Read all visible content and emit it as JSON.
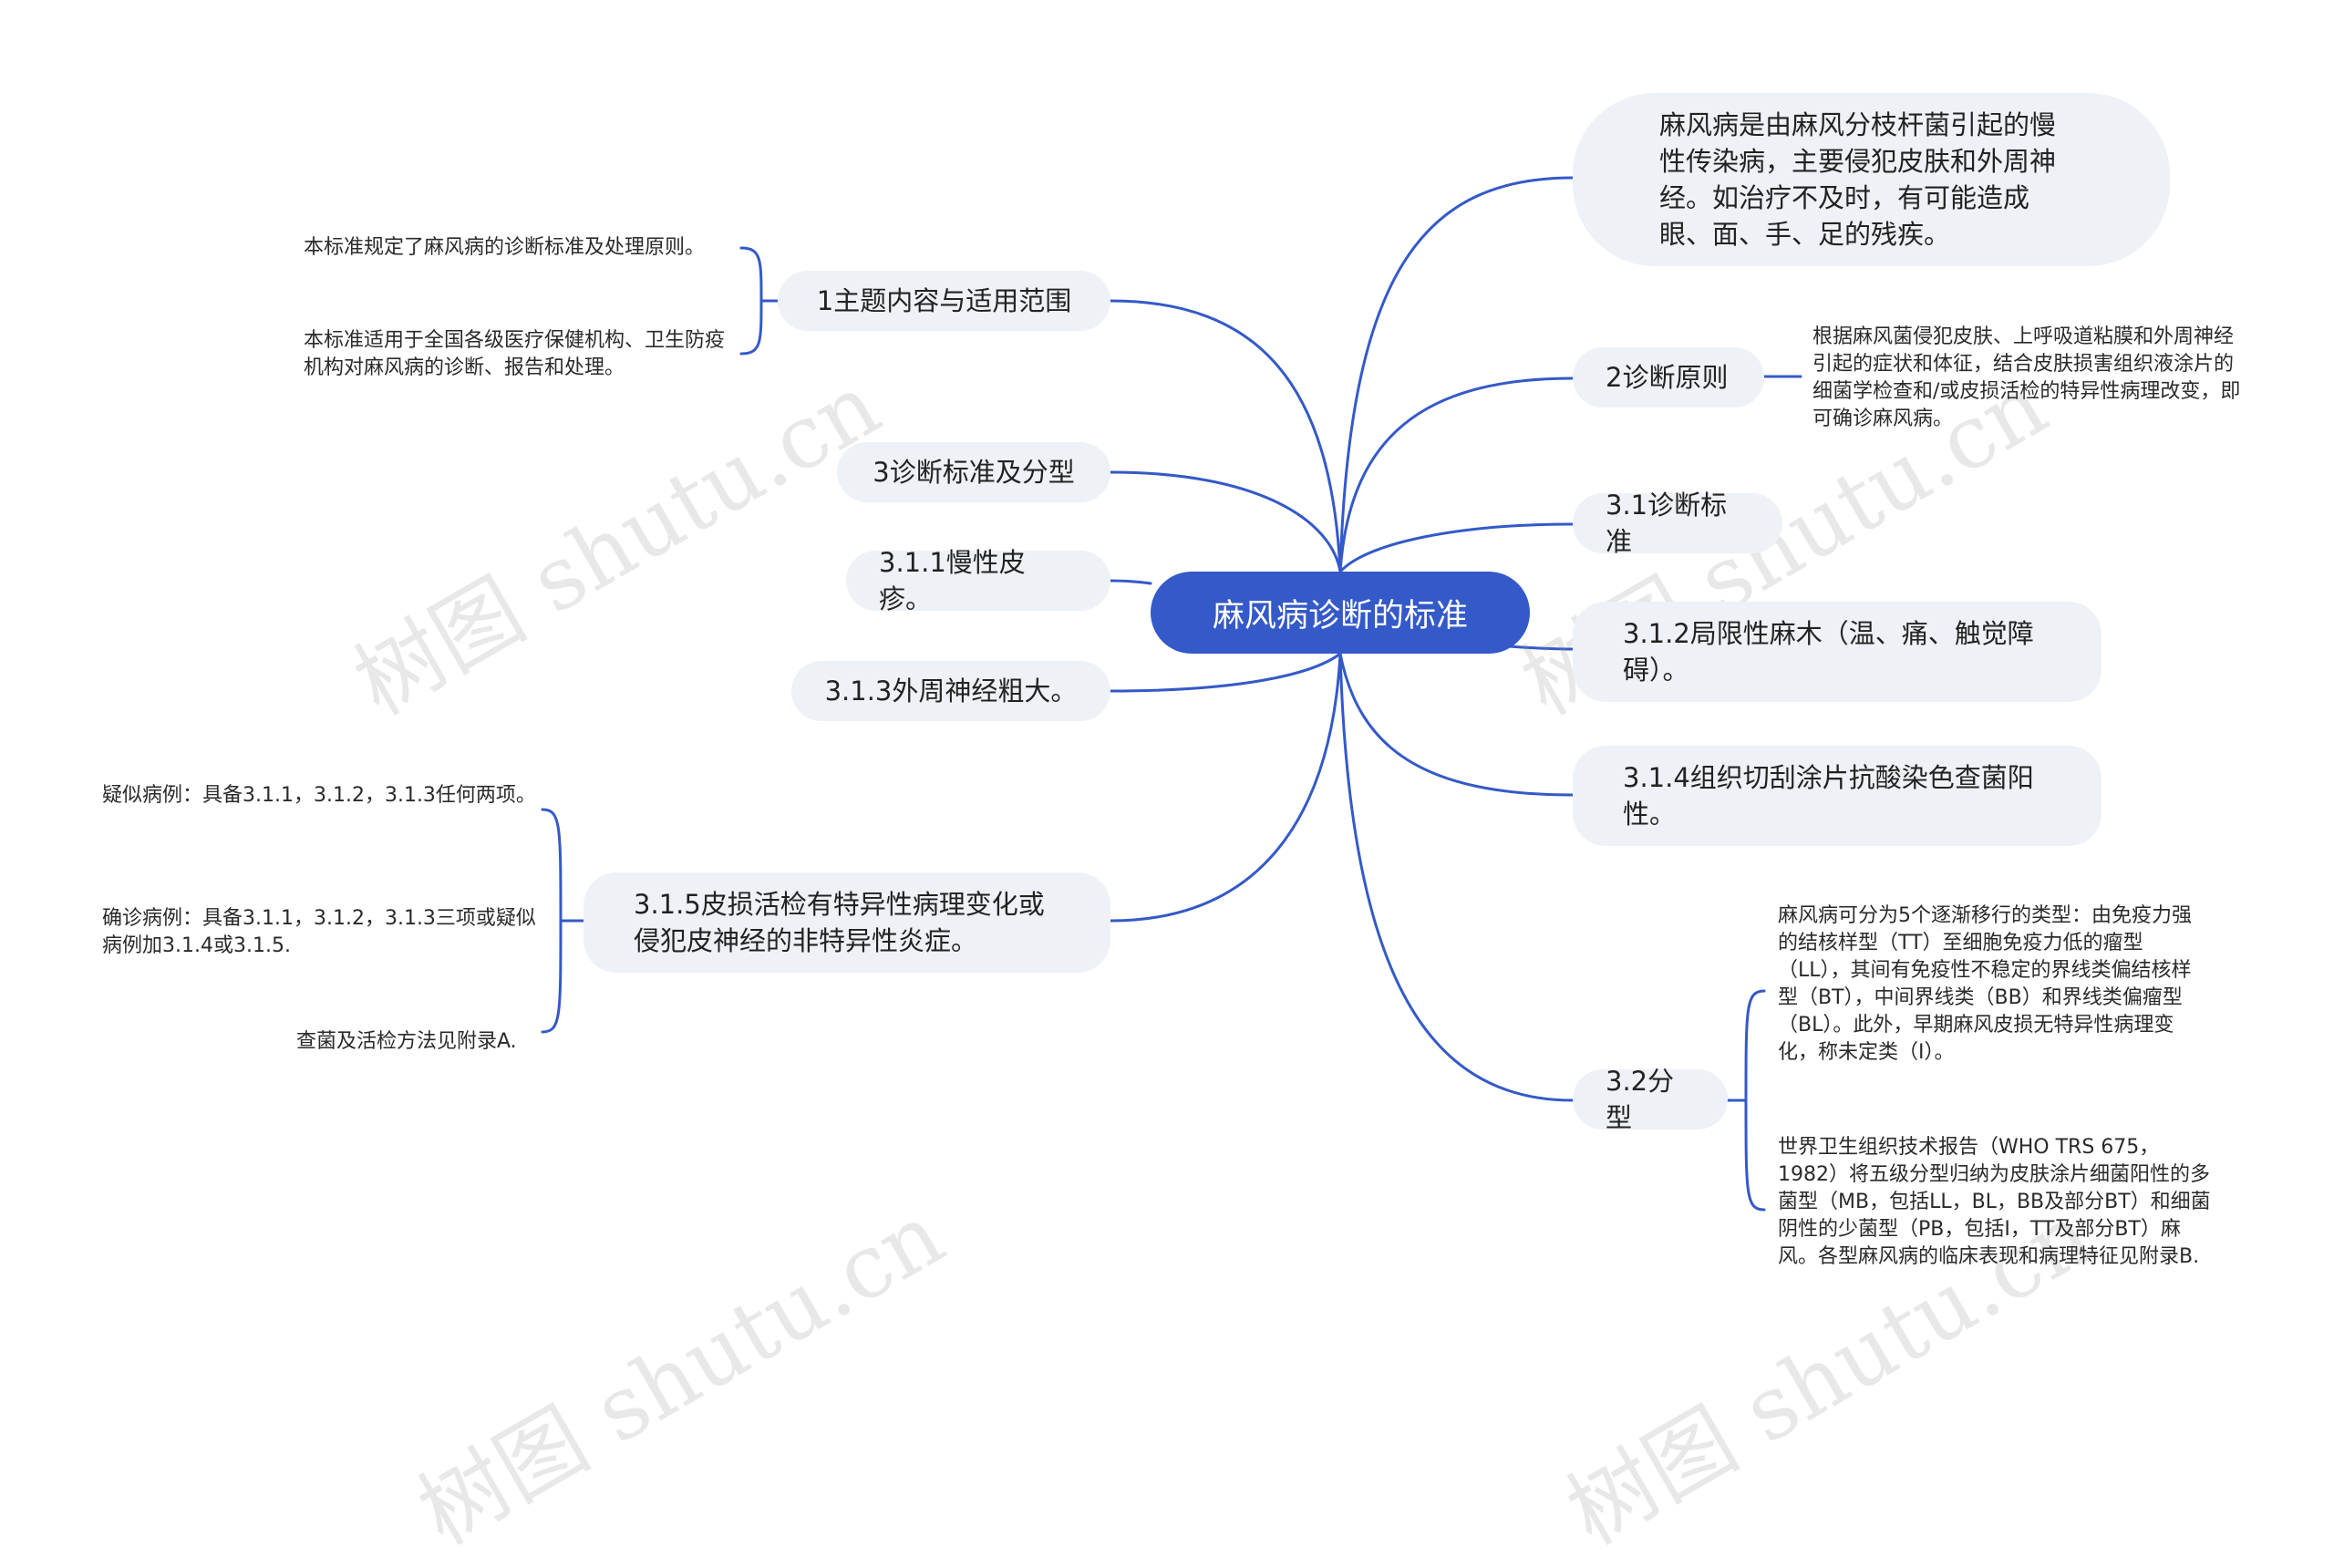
{
  "root": "麻风病诊断的标准",
  "right": {
    "definition": "麻风病是由麻风分枝杆菌引起的慢性传染病，主要侵犯皮肤和外周神经。如治疗不及时，有可能造成眼、面、手、足的残疾。",
    "principle": "2诊断原则",
    "principle_leaf": "根据麻风菌侵犯皮肤、上呼吸道粘膜和外周神经引起的症状和体征，结合皮肤损害组织液涂片的细菌学检查和/或皮损活检的特异性病理改变，即可确诊麻风病。",
    "criteria": "3.1诊断标准",
    "numbness": "3.1.2局限性麻木（温、痛、触觉障碍）。",
    "smear": "3.1.4组织切刮涂片抗酸染色查菌阳性。",
    "classification": "3.2分型",
    "class_leaf_1": "麻风病可分为5个逐渐移行的类型：由免疫力强的结核样型（TT）至细胞免疫力低的瘤型（LL），其间有免疫性不稳定的界线类偏结核样型（BT），中间界线类（BB）和界线类偏瘤型（BL）。此外，早期麻风皮损无特异性病理变化，称未定类（I）。",
    "class_leaf_2": "世界卫生组织技术报告（WHO TRS 675，1982）将五级分型归纳为皮肤涂片细菌阳性的多菌型（MB，包括LL，BL，BB及部分BT）和细菌阴性的少菌型（PB，包括I，TT及部分BT）麻风。各型麻风病的临床表现和病理特征见附录B."
  },
  "left": {
    "scope": "1主题内容与适用范围",
    "scope_leaf_1": "本标准规定了麻风病的诊断标准及处理原则。",
    "scope_leaf_2": "本标准适用于全国各级医疗保健机构、卫生防疫机构对麻风病的诊断、报告和处理。",
    "standards": "3诊断标准及分型",
    "rash": "3.1.1慢性皮疹。",
    "nerve": "3.1.3外周神经粗大。",
    "biopsy": "3.1.5皮损活检有特异性病理变化或侵犯皮神经的非特异性炎症。",
    "biopsy_leaf_1": "疑似病例：具备3.1.1，3.1.2，3.1.3任何两项。",
    "biopsy_leaf_2": "确诊病例：具备3.1.1，3.1.2，3.1.3三项或疑似病例加3.1.4或3.1.5.",
    "biopsy_leaf_3": "查菌及活检方法见附录A."
  },
  "watermark": "树图 shutu.cn",
  "colors": {
    "root": "#3459c8",
    "line": "#3459c8",
    "node": "#eef1f5"
  }
}
